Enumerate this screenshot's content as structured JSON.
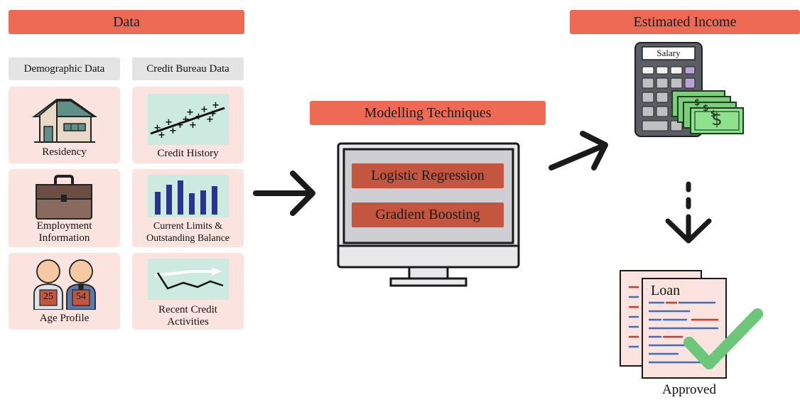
{
  "data_section": {
    "title": "Data",
    "demographic": {
      "header": "Demographic Data",
      "residency": "Residency",
      "employment_line1": "Employment",
      "employment_line2": "Information",
      "age_profile": "Age Profile",
      "age_left": "25",
      "age_right": "54"
    },
    "credit_bureau": {
      "header": "Credit Bureau Data",
      "credit_history": "Credit History",
      "limits_line1": "Current Limits &",
      "limits_line2": "Outstanding Balance",
      "activities_line1": "Recent Credit",
      "activities_line2": "Activities"
    }
  },
  "modelling": {
    "title": "Modelling Techniques",
    "technique_1": "Logistic Regression",
    "technique_2": "Gradient Boosting"
  },
  "estimated_income": {
    "title": "Estimated Income",
    "calculator_display": "Salary",
    "dollar_sign": "$"
  },
  "loan": {
    "document_title": "Loan",
    "status": "Approved"
  },
  "colors": {
    "banner": "#ef6a55",
    "card": "#fbe3df",
    "button": "#c4553f",
    "check": "#6cc77b"
  }
}
